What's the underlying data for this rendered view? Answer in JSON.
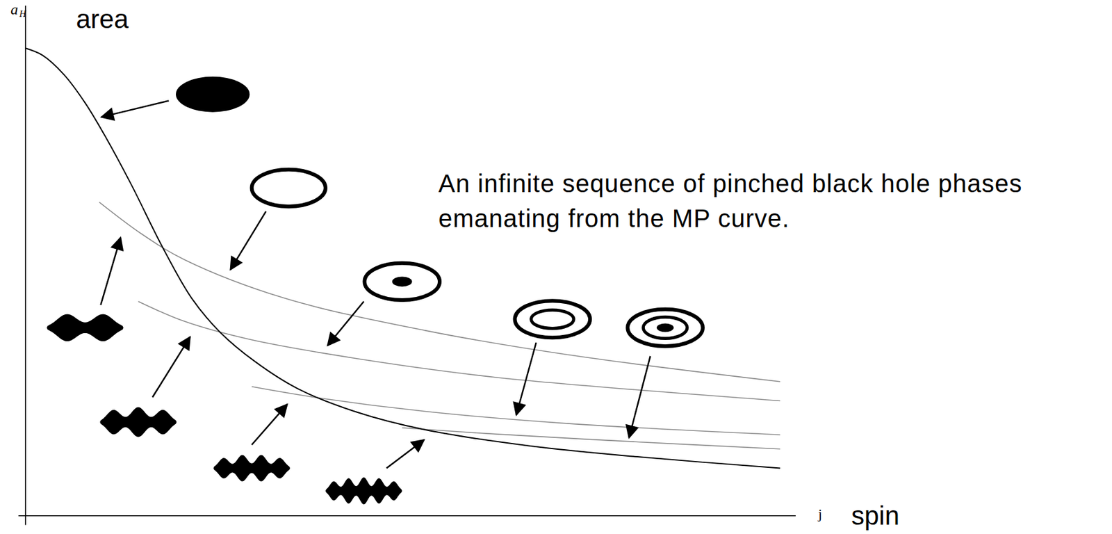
{
  "diagram": {
    "labels": [
      "a",
      "H",
      "area",
      "An infinite sequence of pinched black hole phases emanating from the MP curve.",
      "j",
      "spin"
    ]
  }
}
